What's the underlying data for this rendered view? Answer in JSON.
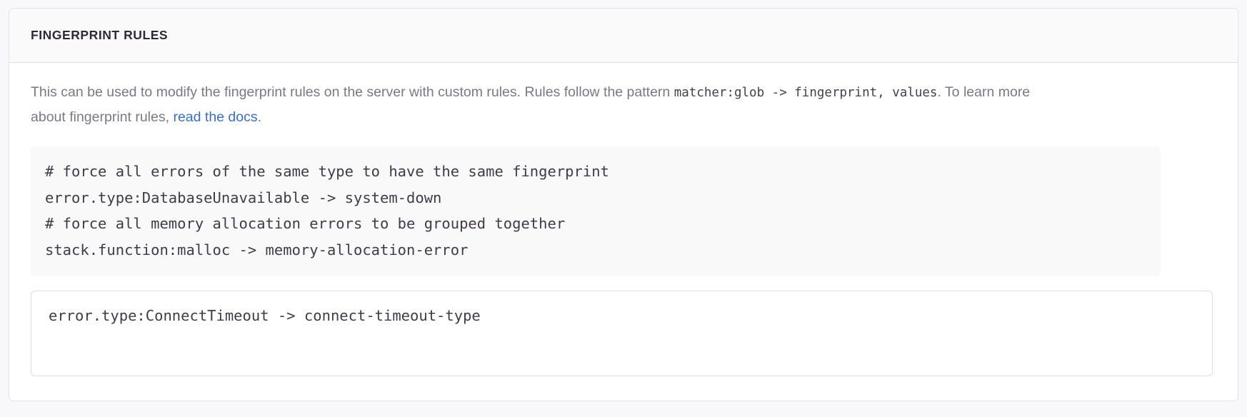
{
  "panel": {
    "title": "FINGERPRINT RULES",
    "description": {
      "text_before_code": "This can be used to modify the fingerprint rules on the server with custom rules. Rules follow the pattern ",
      "inline_code": "matcher:glob -> fingerprint, values",
      "text_after_code": ". To learn more about fingerprint rules, ",
      "link_label": "read the docs",
      "text_end": "."
    },
    "example_code": "# force all errors of the same type to have the same fingerprint\nerror.type:DatabaseUnavailable -> system-down\n# force all memory allocation errors to be grouped together\nstack.function:malloc -> memory-allocation-error",
    "rules_input": {
      "value": "error.type:ConnectTimeout -> connect-timeout-type",
      "placeholder": ""
    }
  },
  "colors": {
    "page_background": "#f8f8fa",
    "panel_background": "#ffffff",
    "panel_border": "#e3e1e9",
    "header_background": "#fafafb",
    "header_border": "#dedce6",
    "title_text": "#2f2936",
    "description_text": "#7a7887",
    "code_text": "#403b4a",
    "code_block_background": "#f9f9fa",
    "link": "#3b6ecc",
    "input_border": "#dedce6"
  }
}
